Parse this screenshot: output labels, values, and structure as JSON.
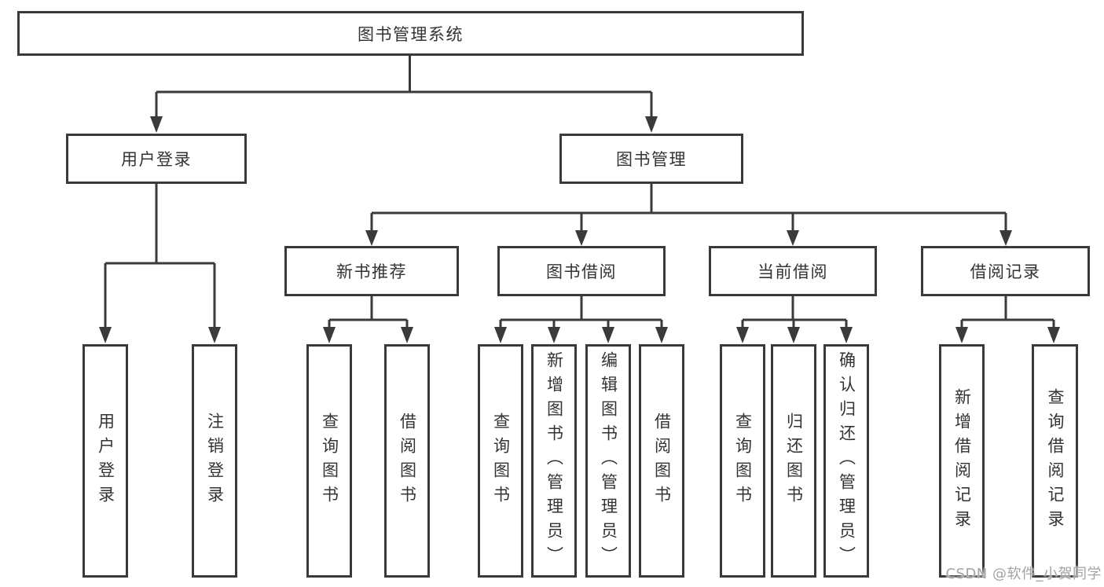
{
  "diagram": {
    "root": {
      "label": "图书管理系统"
    },
    "level2": [
      {
        "label": "用户登录"
      },
      {
        "label": "图书管理"
      }
    ],
    "level3": [
      {
        "label": "新书推荐"
      },
      {
        "label": "图书借阅"
      },
      {
        "label": "当前借阅"
      },
      {
        "label": "借阅记录"
      }
    ],
    "level4": {
      "g1": [
        "用户登录",
        "注销登录"
      ],
      "g2": [
        "查询图书",
        "借阅图书"
      ],
      "g3": [
        "查询图书",
        "新增图书（管理员）",
        "编辑图书（管理员）",
        "借阅图书"
      ],
      "g4": [
        "查询图书",
        "归还图书",
        "确认归还（管理员）"
      ],
      "g5": [
        "新增借阅记录",
        "查询借阅记录"
      ]
    },
    "watermark": "CSDN @软件_小贺同学",
    "colors": {
      "line": "#3a3a3a",
      "text": "#333333",
      "watermark": "#a3a3a3",
      "background": "#ffffff"
    }
  }
}
